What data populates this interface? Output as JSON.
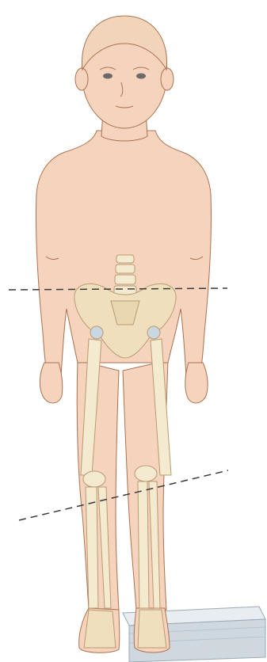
{
  "colors": {
    "skin": "#f6d3bd",
    "skin_outline": "#a9714f",
    "hair": "#f2d4ba",
    "bone": "#f4ead0",
    "bone_shade": "#e8d7b1",
    "bone_outline": "#b89a72",
    "joint_blue": "#c8d7e2",
    "dashed_line": "#3a3a3a",
    "block_top": "#e8edf1",
    "block_side": "#cfd8df"
  },
  "figure": {
    "subject": "child-standing-front-view",
    "icon": "leg-length-discrepancy-illustration",
    "lines": [
      "pelvic-tilt-line",
      "knee-tilt-line"
    ],
    "block": "foot-lift-block"
  }
}
